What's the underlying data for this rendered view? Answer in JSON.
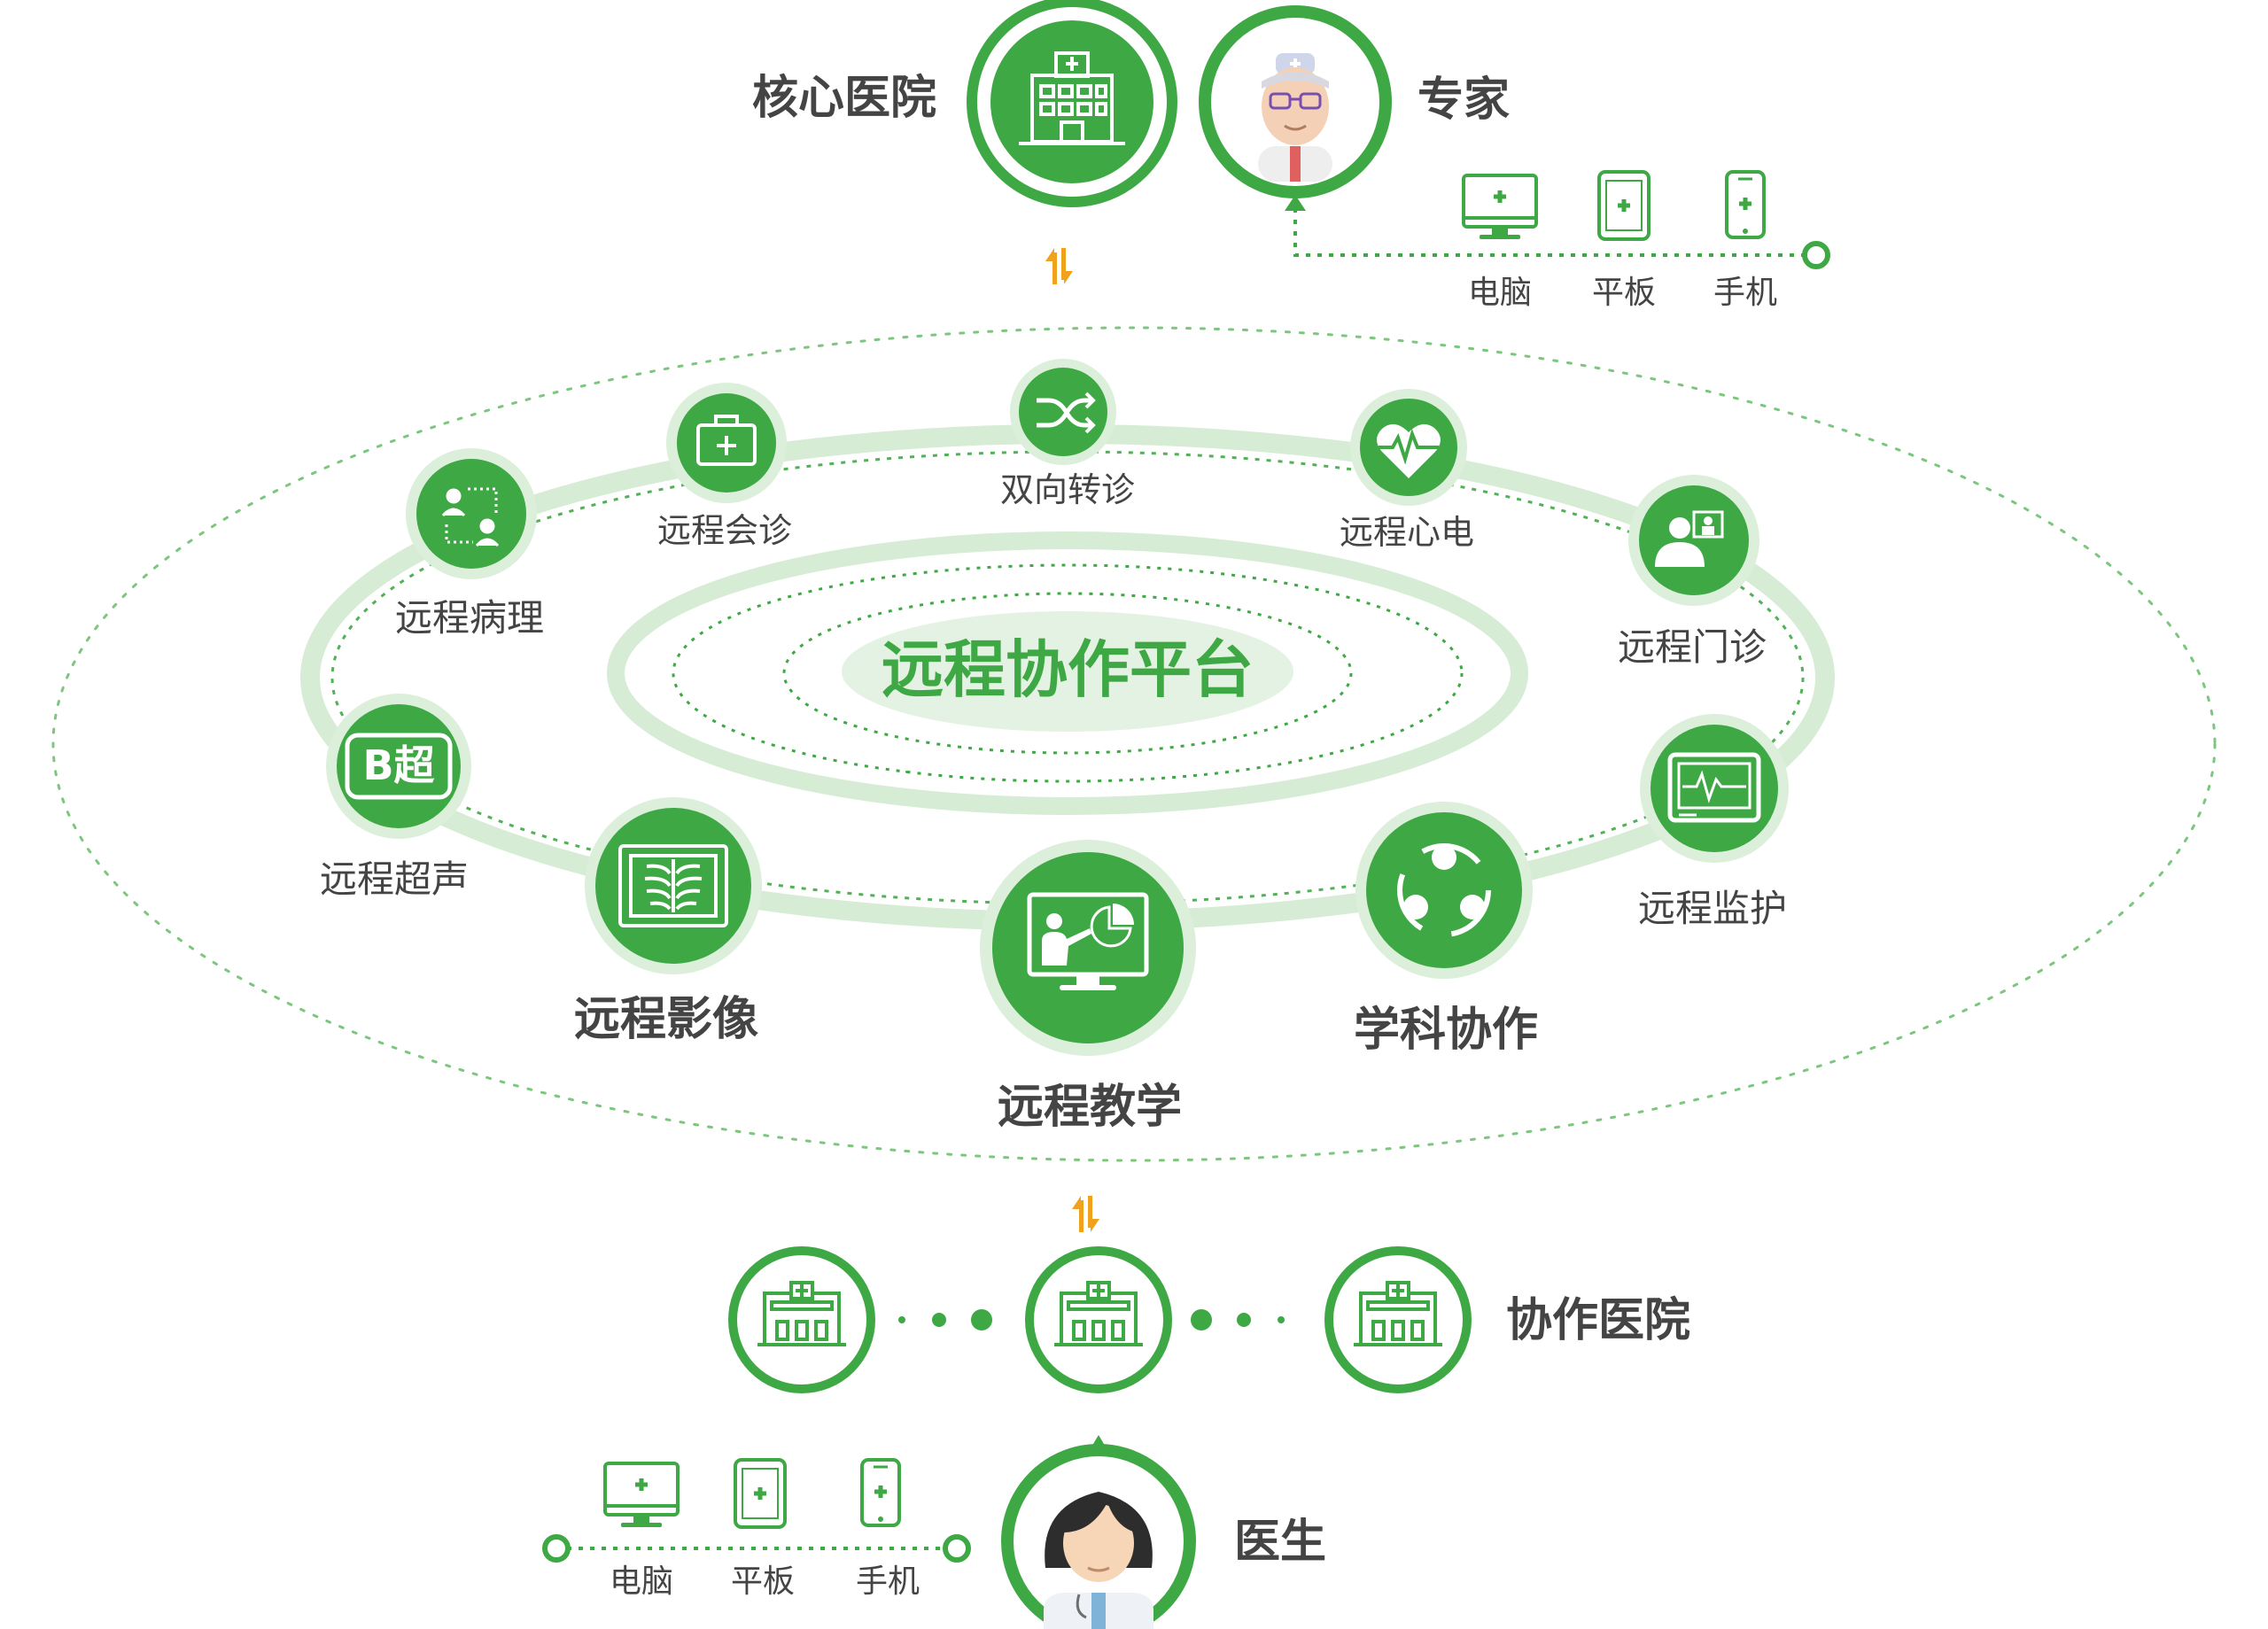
{
  "colors": {
    "green": "#3ea844",
    "green_dark": "#2e9a3a",
    "green_light": "#e3f2e2",
    "green_ring": "#cfe8cd",
    "arrow": "#f0a21c",
    "text": "#444444"
  },
  "top": {
    "core_hospital_label": "核心医院",
    "expert_label": "专家",
    "expert_devices": [
      {
        "icon": "desktop-monitor-icon",
        "label": "电脑"
      },
      {
        "icon": "tablet-icon",
        "label": "平板"
      },
      {
        "icon": "phone-icon",
        "label": "手机"
      }
    ]
  },
  "platform": {
    "center_title": "远程协作平台",
    "services": [
      {
        "key": "pathology",
        "label": "远程病理",
        "icon": "people-network-icon"
      },
      {
        "key": "consultation",
        "label": "远程会诊",
        "icon": "medical-kit-icon"
      },
      {
        "key": "referral",
        "label": "双向转诊",
        "icon": "shuffle-arrows-icon"
      },
      {
        "key": "ecg",
        "label": "远程心电",
        "icon": "heart-pulse-icon"
      },
      {
        "key": "outpatient",
        "label": "远程门诊",
        "icon": "video-doctor-icon"
      },
      {
        "key": "ultrasound",
        "label": "远程超声",
        "icon": "b-ultrasound-icon",
        "icon_text": "B超"
      },
      {
        "key": "imaging",
        "label": "远程影像",
        "icon": "xray-film-icon"
      },
      {
        "key": "teaching",
        "label": "远程教学",
        "icon": "presentation-screen-icon"
      },
      {
        "key": "discipline",
        "label": "学科协作",
        "icon": "collaboration-cycle-icon"
      },
      {
        "key": "monitoring",
        "label": "远程监护",
        "icon": "vital-monitor-icon"
      }
    ]
  },
  "bottom": {
    "partner_hospital_label": "协作医院",
    "doctor_label": "医生",
    "doctor_devices": [
      {
        "icon": "desktop-monitor-icon",
        "label": "电脑"
      },
      {
        "icon": "tablet-icon",
        "label": "平板"
      },
      {
        "icon": "phone-icon",
        "label": "手机"
      }
    ]
  }
}
